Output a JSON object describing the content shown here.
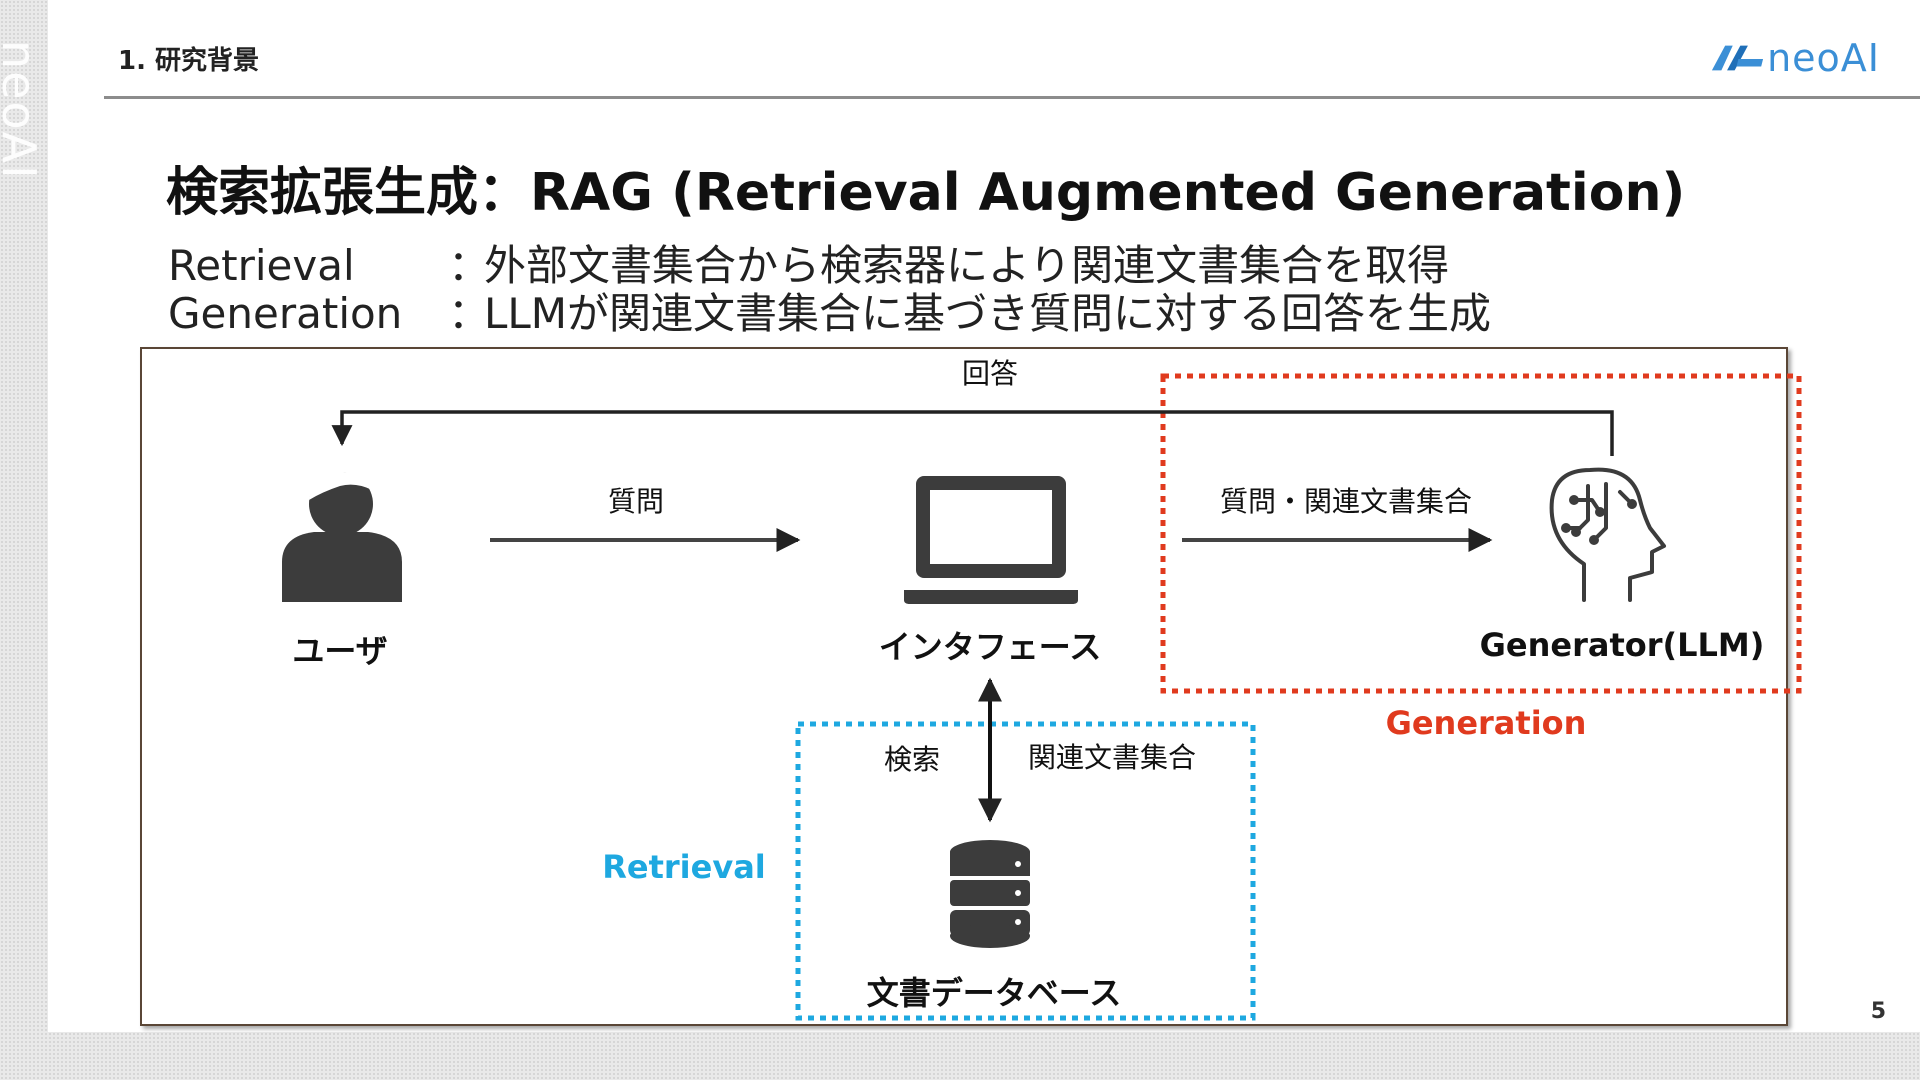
{
  "header": {
    "section_title": "1. 研究背景",
    "logo_text": "neoAI",
    "side_mark": "neoAI"
  },
  "title": "検索拡張生成：RAG (Retrieval Augmented Generation)",
  "definitions": [
    {
      "term": "Retrieval",
      "sep": "：",
      "desc": "外部文書集合から検索器により関連文書集合を取得"
    },
    {
      "term": "Generation",
      "sep": "：",
      "desc": "LLMが関連文書集合に基づき質問に対する回答を生成"
    }
  ],
  "diagram": {
    "nodes": {
      "user": "ユーザ",
      "interface": "インタフェース",
      "generator": "Generator(LLM)",
      "database": "文書データベース"
    },
    "edges": {
      "answer": "回答",
      "question": "質問",
      "question_docs": "質問・関連文書集合",
      "search": "検索",
      "related_docs": "関連文書集合"
    },
    "groups": {
      "generation": "Generation",
      "retrieval": "Retrieval"
    },
    "colors": {
      "generation": "#e03a1e",
      "retrieval": "#1ea8e0",
      "icon": "#3c3c3c"
    },
    "icons": {
      "user": "person-icon",
      "interface": "laptop-icon",
      "generator": "ai-brain-head-icon",
      "database": "database-icon"
    }
  },
  "page_number": "5"
}
